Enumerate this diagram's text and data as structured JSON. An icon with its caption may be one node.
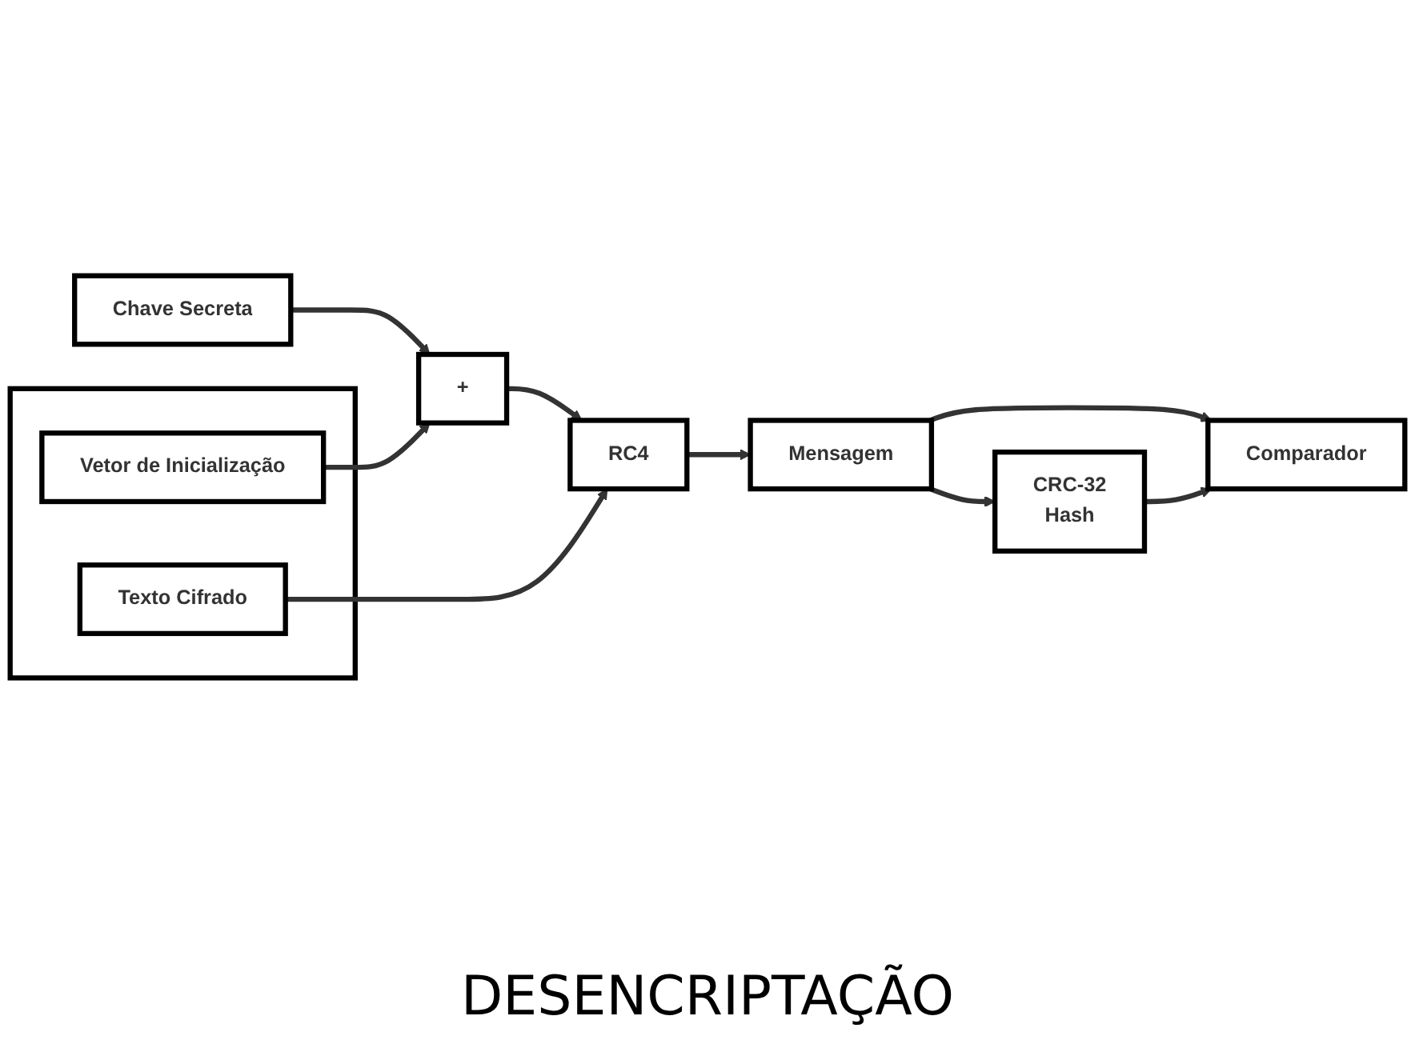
{
  "diagram": {
    "caption": "DESENCRIPTAÇÃO",
    "nodes": [
      {
        "text": [
          "Chave Secreta"
        ]
      },
      {
        "text": [
          "+"
        ]
      },
      {
        "text": [
          "RC4"
        ]
      },
      {
        "text": [
          "Mensagem"
        ]
      },
      {
        "text": [],
        "shape": "box"
      },
      {
        "text": [
          "Vetor de Inicialização"
        ],
        "in": 4
      },
      {
        "text": [
          "Texto Cifrado"
        ],
        "in": 4
      },
      {
        "text": [
          "CRC-32",
          "Hash"
        ]
      },
      {
        "text": [
          "Comparador"
        ]
      }
    ],
    "edges": [
      {
        "from": 0,
        "to": 1,
        "arrow": "to"
      },
      {
        "from": 5,
        "to": 1,
        "arrow": "to"
      },
      {
        "from": 1,
        "to": 2,
        "arrow": "to"
      },
      {
        "from": 6,
        "to": 2,
        "arrow": "to"
      },
      {
        "from": 2,
        "to": 3,
        "arrow": "to"
      },
      {
        "from": 3,
        "to": 7,
        "arrow": "to"
      },
      {
        "from": 3,
        "to": 8,
        "arrow": "to"
      },
      {
        "from": 7,
        "to": 8,
        "arrow": "to"
      }
    ]
  }
}
